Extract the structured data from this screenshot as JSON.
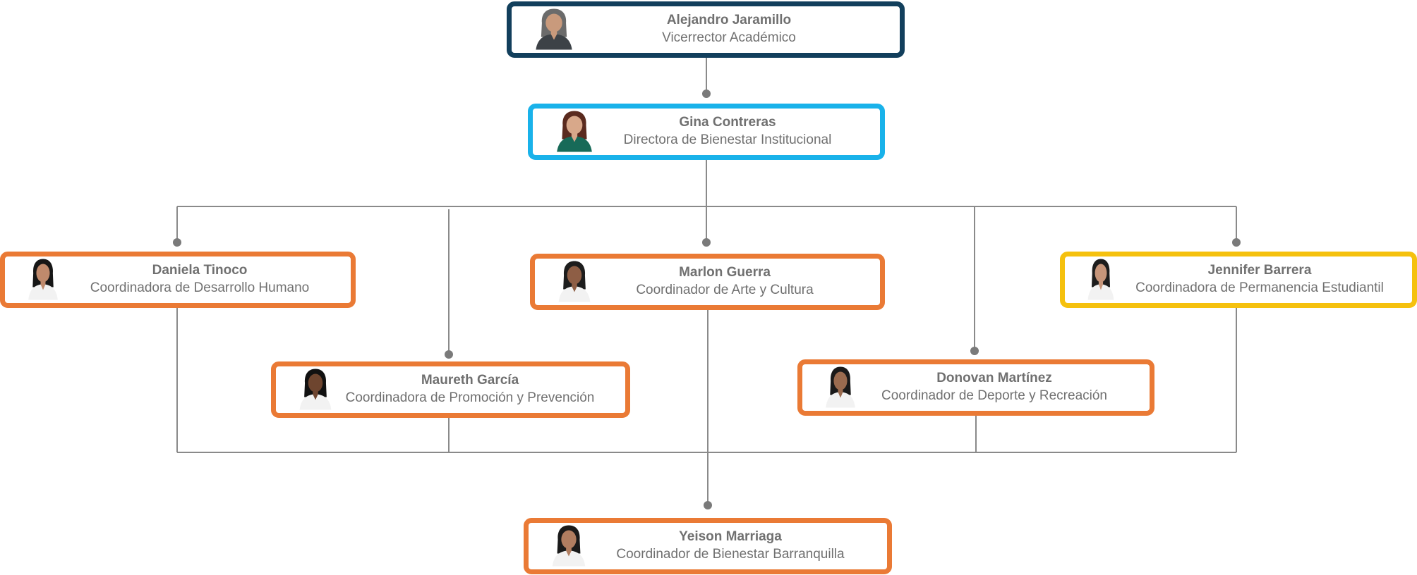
{
  "colors": {
    "line": "#8a8a8a",
    "dot": "#7a7a7a",
    "navy": "#123f5c",
    "sky": "#19b2ea",
    "orange": "#ea7a35",
    "gold": "#f5c10e",
    "text": "#707070"
  },
  "nodes": [
    {
      "id": "alejandro",
      "name": "Alejandro Jaramillo",
      "role": "Vicerrector Académico",
      "color": "navy",
      "photo": {
        "hair": "#6b6b6b",
        "shirt": "#3d4247",
        "skin": "#c99a7c"
      }
    },
    {
      "id": "gina",
      "name": "Gina Contreras",
      "role": "Directora de Bienestar Institucional",
      "color": "sky",
      "photo": {
        "hair": "#5a2a1e",
        "shirt": "#176a58",
        "skin": "#d8a88a"
      }
    },
    {
      "id": "daniela",
      "name": "Daniela Tinoco",
      "role": "Coordinadora de Desarrollo Humano",
      "color": "orange",
      "photo": {
        "hair": "#161616",
        "shirt": "#f2f2f2",
        "skin": "#c08a6c"
      }
    },
    {
      "id": "marlon",
      "name": "Marlon Guerra",
      "role": "Coordinador de Arte y Cultura",
      "color": "orange",
      "photo": {
        "hair": "#1d1d1d",
        "shirt": "#f2f2f2",
        "skin": "#8e5e45"
      }
    },
    {
      "id": "jennifer",
      "name": "Jennifer Barrera",
      "role": "Coordinadora de Permanencia Estudiantil",
      "color": "gold",
      "photo": {
        "hair": "#1d1d1d",
        "shirt": "#f2f2f2",
        "skin": "#c6957a"
      }
    },
    {
      "id": "maureth",
      "name": "Maureth García",
      "role": "Coordinadora de Promoción y Prevención",
      "color": "orange",
      "photo": {
        "hair": "#111111",
        "shirt": "#f2f2f2",
        "skin": "#6e452f"
      }
    },
    {
      "id": "donovan",
      "name": "Donovan Martínez",
      "role": "Coordinador de Deporte y Recreación",
      "color": "orange",
      "photo": {
        "hair": "#1a1a1a",
        "shirt": "#f2f2f2",
        "skin": "#9a6b4f"
      }
    },
    {
      "id": "yeison",
      "name": "Yeison Marriaga",
      "role": "Coordinador de Bienestar Barranquilla",
      "color": "orange",
      "photo": {
        "hair": "#1a1a1a",
        "shirt": "#f2f2f2",
        "skin": "#b07d60"
      }
    }
  ]
}
